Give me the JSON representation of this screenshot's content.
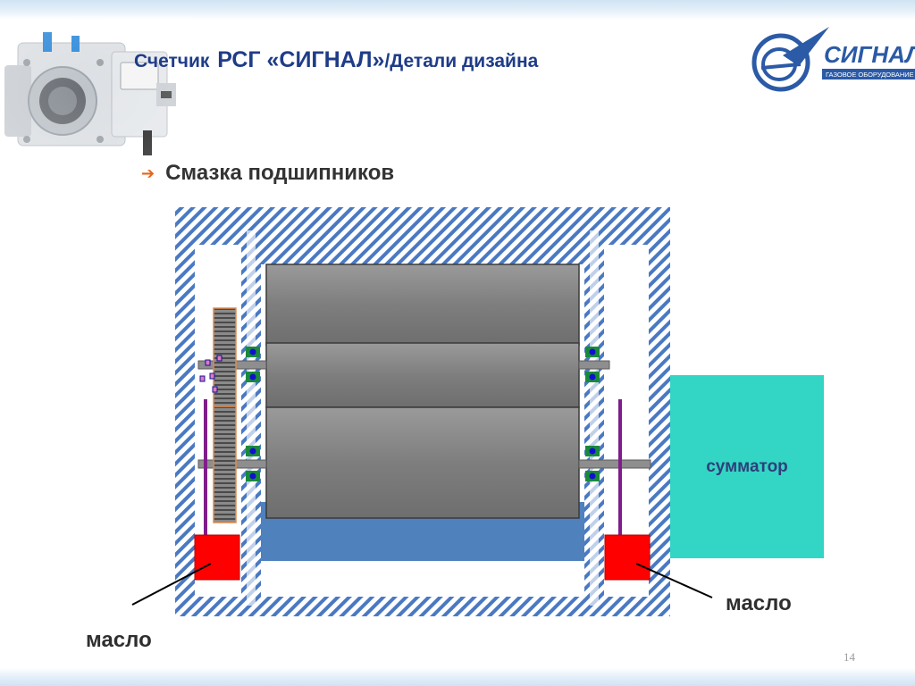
{
  "slide": {
    "title_prefix": "Счетчик",
    "title_main": "РСГ «СИГНАЛ»",
    "title_suffix": "/Детали дизайна",
    "bullet_icon": "arrow-right-icon",
    "bullet_text": "Смазка подшипников",
    "page_number": "14"
  },
  "logo": {
    "name": "СИГНАЛ",
    "tagline": "ГАЗОВОЕ ОБОРУДОВАНИЕ"
  },
  "diagram": {
    "summator_label": "сумматор",
    "oil_label_left": "масло",
    "oil_label_right": "масло"
  },
  "colors": {
    "title": "#1f3c88",
    "bullet_arrow": "#e2661e",
    "hatch_blue": "#4a79c2",
    "rotor_gray": "#7b7b7b",
    "oil_bath": "#4f81bd",
    "oil_reservoir": "#ff0000",
    "summator_fill": "#33d6c4",
    "wick": "#7f1e8a",
    "seal_green": "#1a8a3a",
    "gear_orange": "#e08a4a"
  }
}
